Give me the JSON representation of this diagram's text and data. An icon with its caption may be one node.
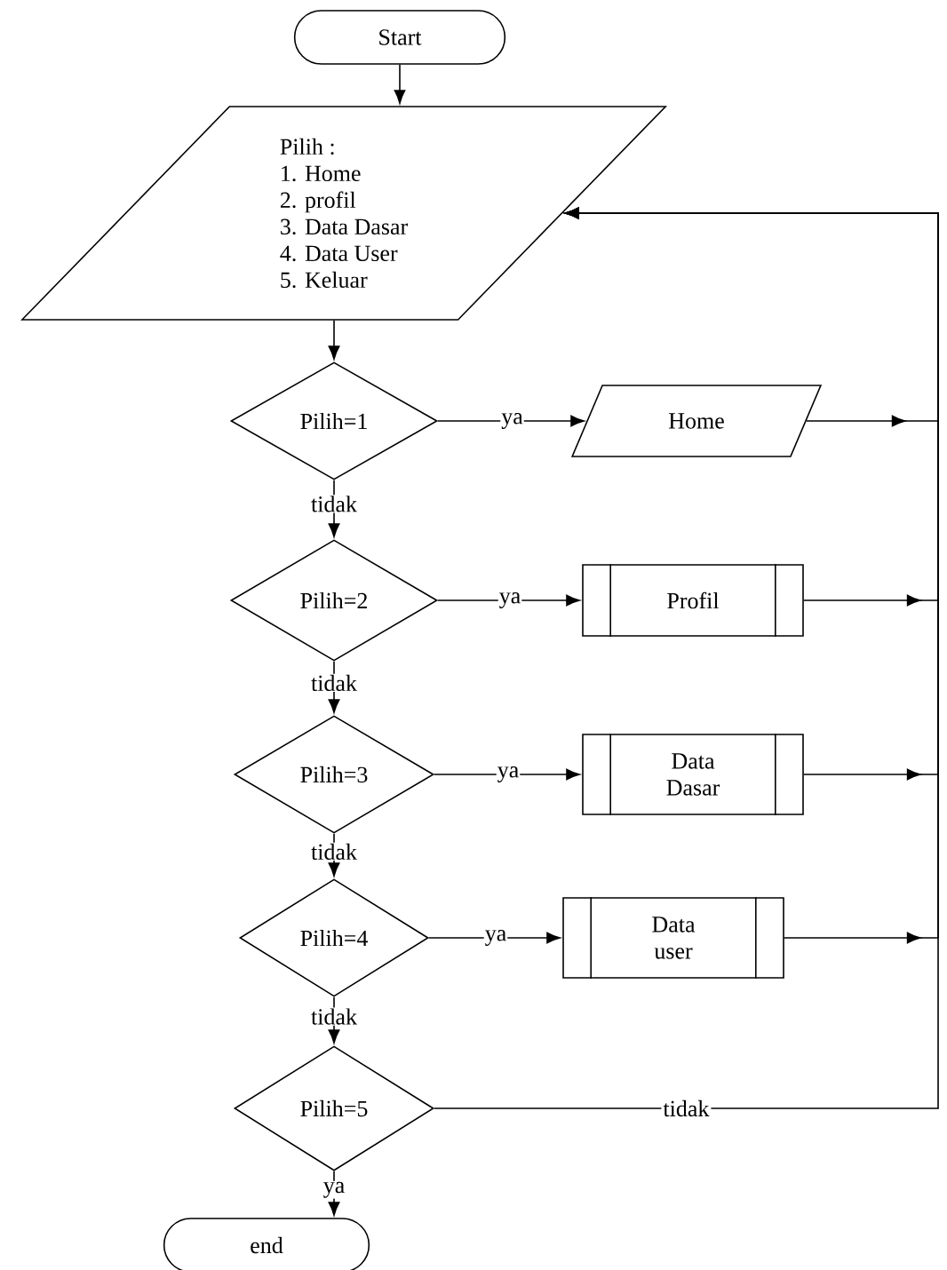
{
  "diagram": {
    "nodes": [
      {
        "text": [
          "Start"
        ]
      },
      {
        "text": [
          "Pilih :",
          "1. Home",
          "2. profil",
          "3. Data Dasar",
          "4. Data User",
          "5. Keluar"
        ]
      },
      {
        "text": [
          "Pilih=1"
        ]
      },
      {
        "text": [
          "Home"
        ]
      },
      {
        "text": [
          "Pilih=2"
        ]
      },
      {
        "text": [
          "Profil"
        ]
      },
      {
        "text": [
          "Pilih=3"
        ]
      },
      {
        "text": [
          "Data Dasar"
        ]
      },
      {
        "text": [
          "Pilih=4"
        ]
      },
      {
        "text": [
          "Data user"
        ]
      },
      {
        "text": [
          "Pilih=5"
        ]
      },
      {
        "text": [
          "end"
        ]
      }
    ],
    "edges": [
      {
        "from": 0,
        "to": 1,
        "arrow": "to"
      },
      {
        "from": 1,
        "to": 2,
        "arrow": "to"
      },
      {
        "from": 2,
        "to": 3,
        "arrow": "to",
        "label": "ya"
      },
      {
        "from": 2,
        "to": 4,
        "arrow": "to",
        "label": "tidak"
      },
      {
        "from": 4,
        "to": 5,
        "arrow": "to",
        "label": "ya"
      },
      {
        "from": 4,
        "to": 6,
        "arrow": "to",
        "label": "tidak"
      },
      {
        "from": 6,
        "to": 7,
        "arrow": "to",
        "label": "ya"
      },
      {
        "from": 6,
        "to": 8,
        "arrow": "to",
        "label": "tidak"
      },
      {
        "from": 8,
        "to": 9,
        "arrow": "to",
        "label": "ya"
      },
      {
        "from": 8,
        "to": 10,
        "arrow": "to",
        "label": "tidak"
      },
      {
        "from": 10,
        "to": 11,
        "arrow": "to",
        "label": "ya"
      },
      {
        "from": 3,
        "to": 1,
        "arrow": "to"
      },
      {
        "from": 5,
        "to": 1,
        "arrow": "to"
      },
      {
        "from": 7,
        "to": 1,
        "arrow": "to"
      },
      {
        "from": 9,
        "to": 1,
        "arrow": "to"
      },
      {
        "from": 10,
        "to": 1,
        "arrow": "to",
        "label": "tidak"
      }
    ]
  }
}
